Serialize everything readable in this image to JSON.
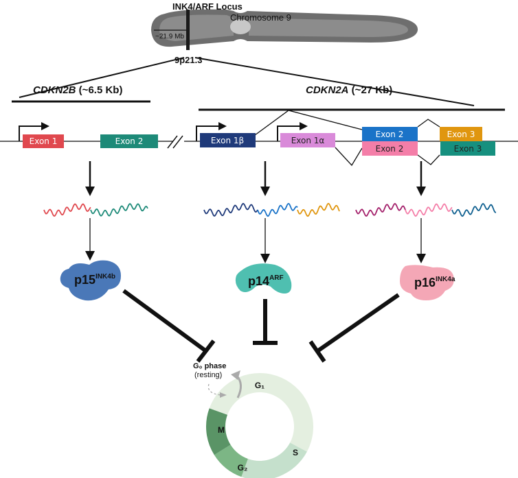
{
  "chromosome": {
    "locus_label": "INK4/ARF Locus",
    "name_label": "Chromosome 9",
    "position_label": "~21.9 Mb",
    "band_label": "9p21.3"
  },
  "genes": {
    "cdkn2b": {
      "name": "CDKN2B",
      "size": " (~6.5 Kb)"
    },
    "cdkn2a": {
      "name": "CDKN2A",
      "size": " (~27 Kb)"
    }
  },
  "exons": {
    "b_exon1": {
      "label": "Exon 1",
      "color": "#e0484e"
    },
    "b_exon2": {
      "label": "Exon 2",
      "color": "#1d8a78"
    },
    "exon1beta": {
      "label": "Exon 1β",
      "color": "#1f3a7a"
    },
    "exon1alpha": {
      "label": "Exon 1α",
      "color": "#d98ad9"
    },
    "exon2_arf": {
      "label": "Exon 2",
      "color": "#1a73c8"
    },
    "exon2_ink": {
      "label": "Exon 2",
      "color": "#f47ea8"
    },
    "exon3_arf": {
      "label": "Exon 3",
      "color": "#e0960f"
    },
    "exon3_ink": {
      "label": "Exon 3",
      "color": "#16907f"
    }
  },
  "proteins": {
    "p15": {
      "name": "p15",
      "sup": "INK4b",
      "color": "#4a78b8"
    },
    "p14": {
      "name": "p14",
      "sup": "ARF",
      "color": "#4fbfb0"
    },
    "p16": {
      "name": "p16",
      "sup": "INK4a",
      "color": "#f4a7b6"
    }
  },
  "cell_cycle": {
    "g0_label": "G₀ phase",
    "g0_sub": "(resting)",
    "phases": [
      {
        "label": "G₁",
        "color": "#e4efe0"
      },
      {
        "label": "S",
        "color": "#c5e0cc"
      },
      {
        "label": "G₂",
        "color": "#7cb685"
      },
      {
        "label": "M",
        "color": "#5a9466"
      }
    ]
  }
}
